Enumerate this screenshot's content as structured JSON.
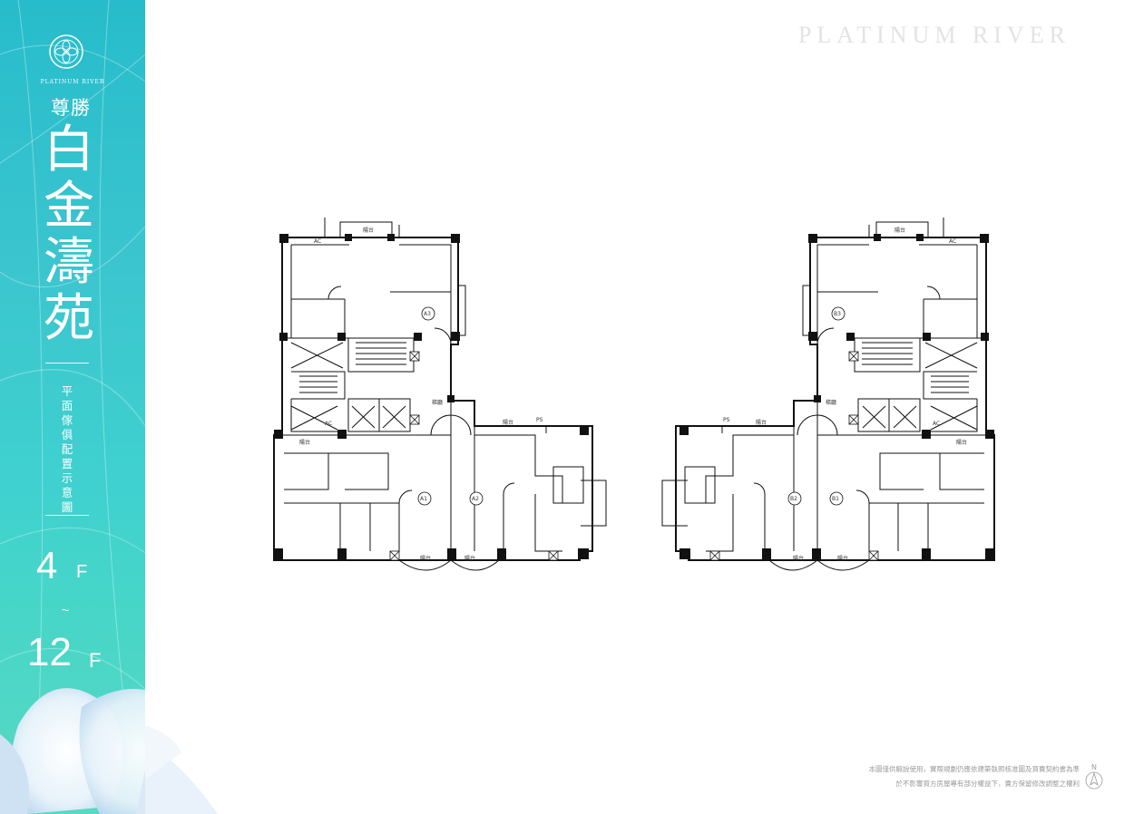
{
  "brand": "PLATINUM RIVER",
  "logo": {
    "icon": "flower-emblem-icon",
    "text": "PLATINUM RIVER"
  },
  "project": {
    "subtitle": "尊勝",
    "title_chars": [
      "白",
      "金",
      "濤",
      "苑"
    ]
  },
  "plan_label": "平面傢俱配置示意圖",
  "floors": {
    "from": "4",
    "from_unit": "F",
    "range_mark": "~",
    "to": "12",
    "to_unit": "F"
  },
  "plan_labels": {
    "balcony": "陽台",
    "lobby": "梯廳",
    "ac": "AC",
    "ps": "PS",
    "units_left": [
      "A1",
      "A2",
      "A3"
    ],
    "units_right": [
      "B1",
      "B2",
      "B3"
    ]
  },
  "disclaimer": {
    "line1": "本圖僅供解說使用，實際規劃仍應依建築執照核准圖及買賣契約書為準",
    "line2": "於不影響買方房屋專有部分權益下，賣方保留修改調整之權利"
  },
  "compass": {
    "icon": "north-arrow-icon",
    "label": "N"
  },
  "colors": {
    "sidebar": "#2fc2cd",
    "sidebar_bottom": "#59d8c2",
    "text_white": "#ffffff",
    "wall": "#111111",
    "brand_gray": "#e3e3e3"
  }
}
